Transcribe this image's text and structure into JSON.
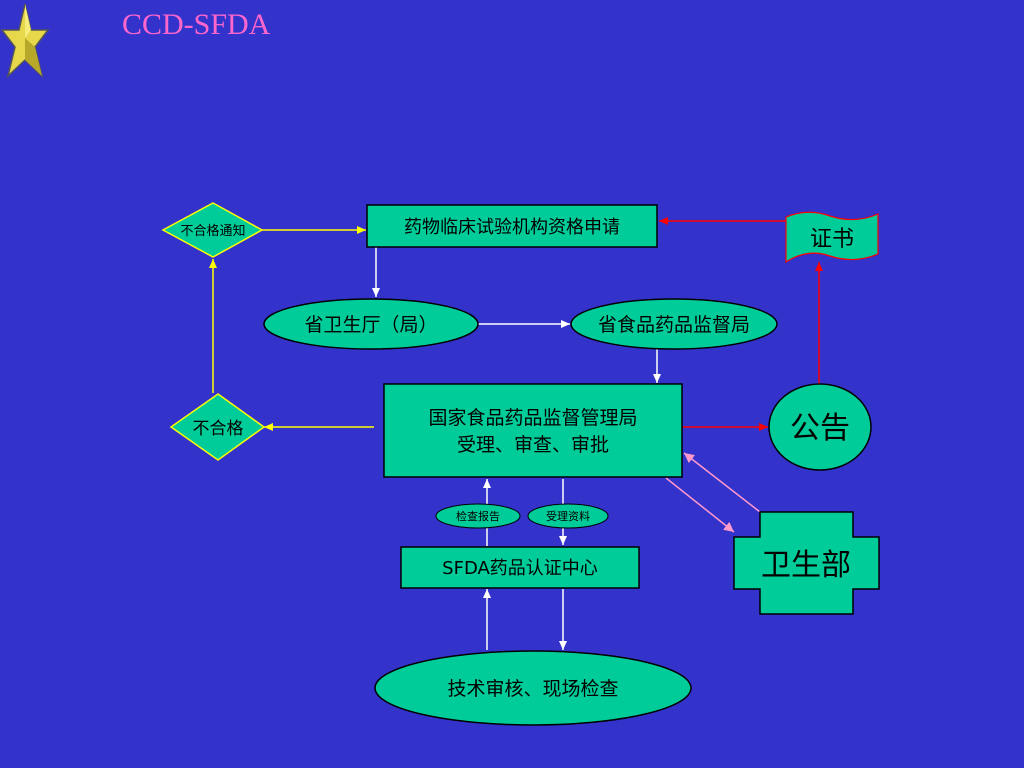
{
  "title": "CCD-SFDA",
  "nodes": {
    "application": "药物临床试验机构资格申请",
    "provincial_health": "省卫生厅（局）",
    "provincial_fda": "省食品药品监督局",
    "sfda_line1": "国家食品药品监督管理局",
    "sfda_line2": "受理、审查、审批",
    "cert_center": "SFDA药品认证中心",
    "tech_review": "技术审核、现场检查",
    "unqualified_notice": "不合格通知",
    "unqualified": "不合格",
    "announcement": "公告",
    "certificate": "证书",
    "ministry_health": "卫生部",
    "inspection_report": "检查报告",
    "accepted_materials": "受理资料"
  },
  "colors": {
    "background": "#3333cc",
    "node_fill": "#00cc99",
    "title": "#ff66cc",
    "arrow_white": "#ffffff",
    "arrow_yellow": "#ffff00",
    "arrow_red": "#ff0000",
    "arrow_pink": "#ff99cc",
    "star": "#e6d84a"
  }
}
